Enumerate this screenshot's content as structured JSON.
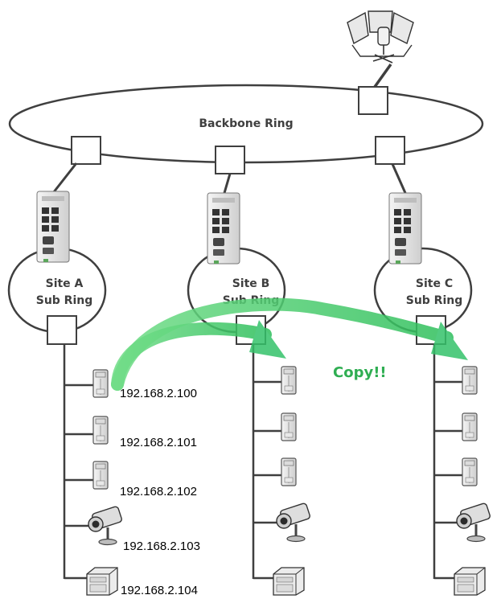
{
  "backbone_label": "Backbone Ring",
  "sites": [
    {
      "name": "Site A",
      "sub": "Sub Ring"
    },
    {
      "name": "Site B",
      "sub": "Sub Ring"
    },
    {
      "name": "Site C",
      "sub": "Sub Ring"
    }
  ],
  "ips": [
    "192.168.2.100",
    "192.168.2.101",
    "192.168.2.102",
    "192.168.2.103",
    "192.168.2.104"
  ],
  "copy_label": "Copy!!",
  "colors": {
    "line": "#3f3f3f",
    "arrow": "#35c26a",
    "copy_text": "#2fae52"
  },
  "icons": [
    "control-room-icon",
    "industrial-switch-icon",
    "io-module-icon",
    "ip-camera-icon",
    "plc-controller-icon"
  ]
}
